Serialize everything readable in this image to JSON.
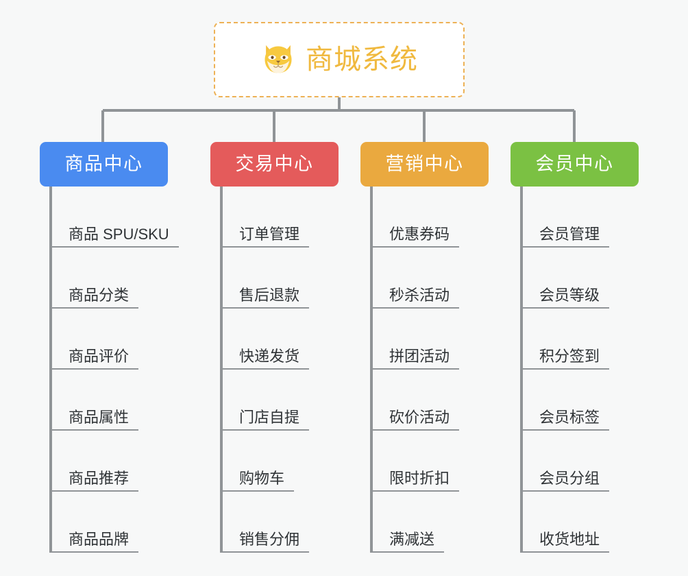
{
  "page": {
    "background_color": "#f7f8f8",
    "type": "org-chart-mindmap"
  },
  "root": {
    "title": "商城系统",
    "icon": "shiba-dog-face-icon",
    "border_color": "#edb155",
    "text_color": "#f0b93f",
    "background_color": "#ffffff"
  },
  "connector": {
    "color": "#909497",
    "width": 4
  },
  "categories": [
    {
      "label": "商品中心",
      "color": "#4a8bf0",
      "items": [
        "商品 SPU/SKU",
        "商品分类",
        "商品评价",
        "商品属性",
        "商品推荐",
        "商品品牌"
      ]
    },
    {
      "label": "交易中心",
      "color": "#e45b5b",
      "items": [
        "订单管理",
        "售后退款",
        "快递发货",
        "门店自提",
        "购物车",
        "销售分佣"
      ]
    },
    {
      "label": "营销中心",
      "color": "#eaa93f",
      "items": [
        "优惠券码",
        "秒杀活动",
        "拼团活动",
        "砍价活动",
        "限时折扣",
        "满减送"
      ]
    },
    {
      "label": "会员中心",
      "color": "#7bc143",
      "items": [
        "会员管理",
        "会员等级",
        "积分签到",
        "会员标签",
        "会员分组",
        "收货地址"
      ]
    }
  ]
}
